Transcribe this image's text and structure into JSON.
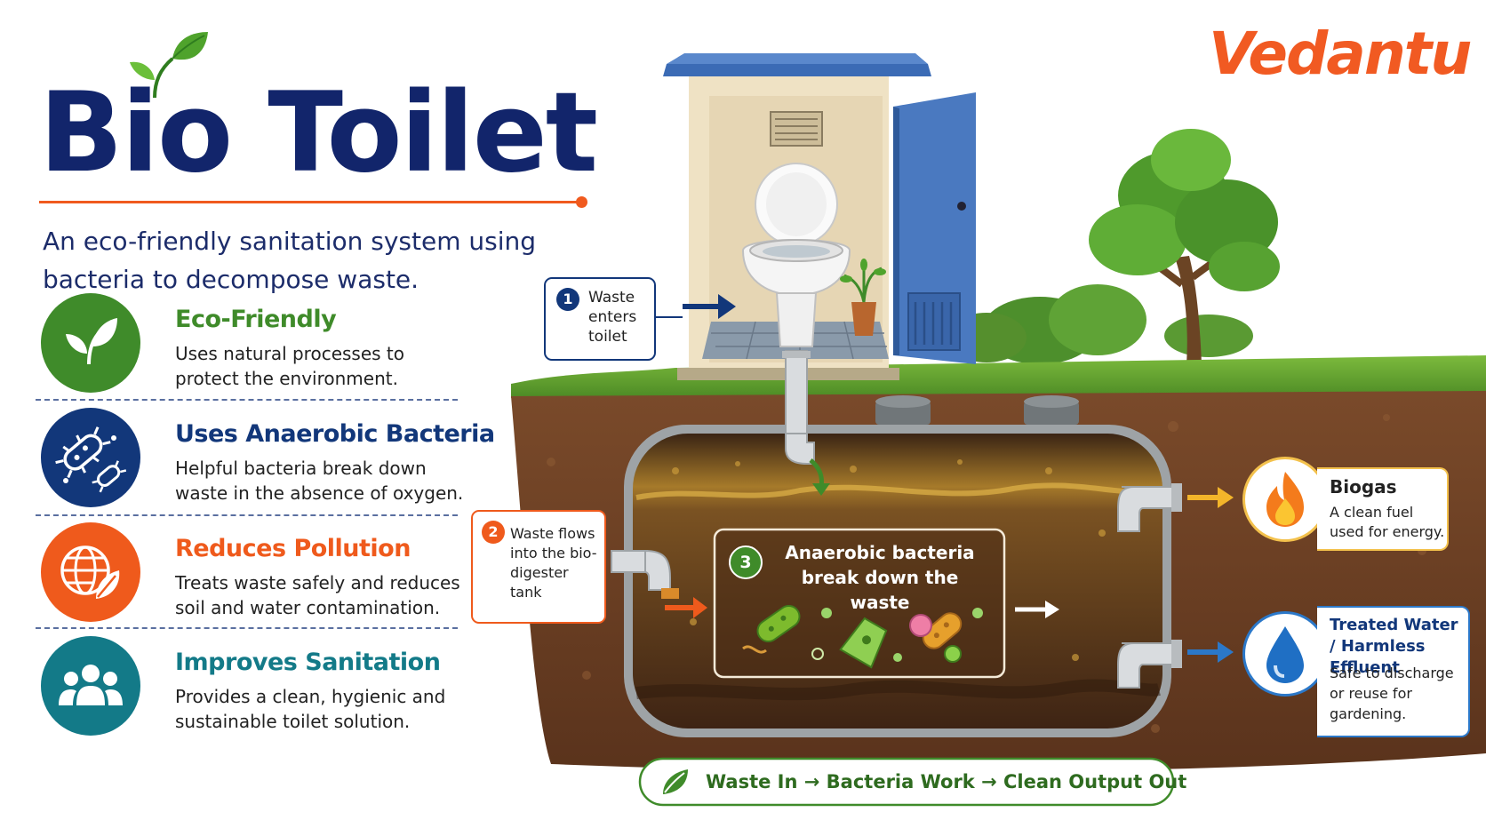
{
  "header": {
    "title": "Bio Toilet",
    "subtitle": "An eco-friendly sanitation system using bacteria to decompose waste.",
    "brand": "Vedantu"
  },
  "features": [
    {
      "title": "Eco-Friendly",
      "desc": "Uses natural processes to protect the environment.",
      "color": "#3f8b2a",
      "icon": "leaf-icon"
    },
    {
      "title": "Uses Anaerobic Bacteria",
      "desc": "Helpful bacteria break down waste in the absence of oxygen.",
      "color": "#12377a",
      "icon": "bacteria-icon"
    },
    {
      "title": "Reduces Pollution",
      "desc": "Treats waste safely and reduces soil and water contamination.",
      "color": "#ef5a1c",
      "icon": "globe-leaf-icon"
    },
    {
      "title": "Improves Sanitation",
      "desc": "Provides a clean, hygienic and sustainable toilet solution.",
      "color": "#137a88",
      "icon": "people-icon"
    }
  ],
  "steps": [
    {
      "number": "1",
      "text": "Waste enters toilet",
      "color": "#12377a"
    },
    {
      "number": "2",
      "text": "Waste flows into the bio-digester tank",
      "color": "#ef5a1c"
    },
    {
      "number": "3",
      "text": "Anaerobic bacteria break down the waste",
      "color": "#3f8b2a"
    }
  ],
  "outputs": [
    {
      "title": "Biogas",
      "desc": "A clean fuel used for energy.",
      "icon": "flame-icon",
      "color": "#f3a81c"
    },
    {
      "title": "Treated Water / Harmless Effluent",
      "desc": "Safe to discharge or reuse for gardening.",
      "icon": "water-drop-icon",
      "color": "#1f6fc4"
    }
  ],
  "process_bar": {
    "text": "Waste In → Bacteria Work → Clean Output Out",
    "icon": "leaf-icon"
  },
  "colors": {
    "navy": "#12256b",
    "accent_orange": "#f05a1e",
    "green": "#3f8b2a",
    "soil": "#6b4226",
    "door_blue": "#4a79c0"
  }
}
